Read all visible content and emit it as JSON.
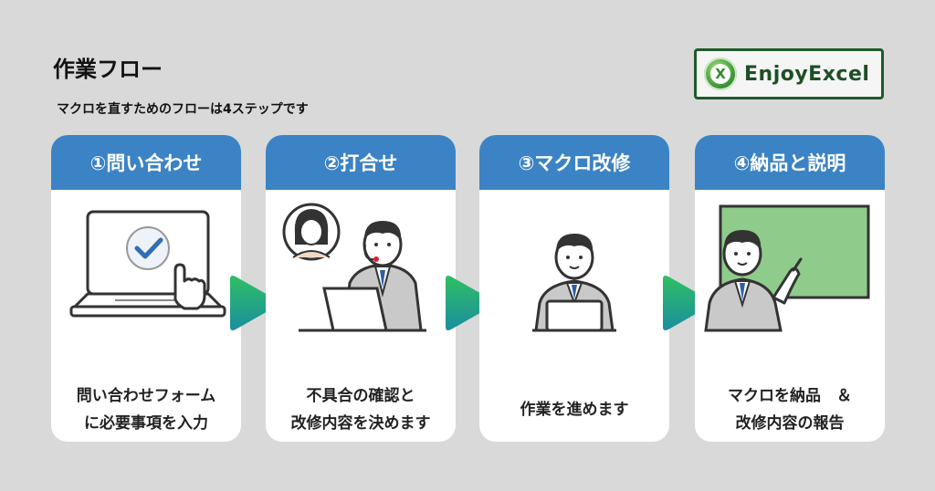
{
  "header": {
    "title": "作業フロー",
    "subtitle": "マクロを直すためのフローは4ステップです"
  },
  "logo": {
    "text": "EnjoyExcel",
    "mark": "X"
  },
  "colors": {
    "header_blue": "#3b83c4",
    "arrow_green": "#22b46a",
    "arrow_teal": "#1a8ea0",
    "background": "#d9d9d9"
  },
  "steps": [
    {
      "header": "①問い合わせ",
      "line1": "問い合わせフォーム",
      "line2": "に必要事項を入力",
      "icon": "laptop-check-icon"
    },
    {
      "header": "②打合せ",
      "line1": "不具合の確認と",
      "line2": "改修内容を決めます",
      "icon": "meeting-icon"
    },
    {
      "header": "③マクロ改修",
      "line1": "作業を進めます",
      "line2": "",
      "icon": "worker-laptop-icon"
    },
    {
      "header": "④納品と説明",
      "line1": "マクロを納品　＆",
      "line2": "改修内容の報告",
      "icon": "presentation-icon"
    }
  ]
}
